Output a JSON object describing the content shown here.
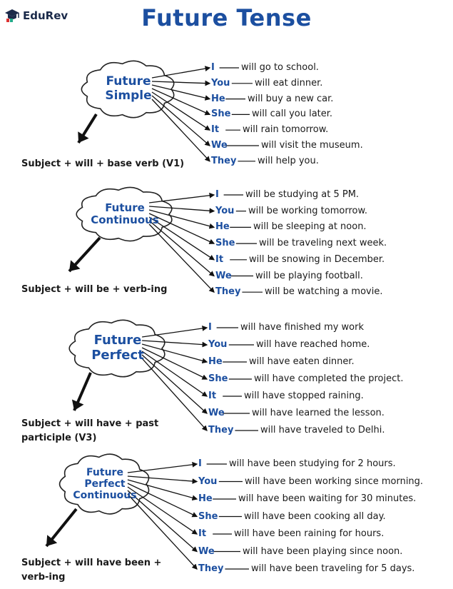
{
  "brand": "EduRev",
  "title": "Future Tense",
  "sections": [
    {
      "cloud": [
        "Future",
        "Simple"
      ],
      "formula": [
        "Subject + will + base verb (V1)"
      ],
      "rows": [
        {
          "pronoun": "I",
          "phrase": "will go to school."
        },
        {
          "pronoun": "You",
          "phrase": "will eat dinner."
        },
        {
          "pronoun": "He",
          "phrase": "will buy a new car."
        },
        {
          "pronoun": "She",
          "phrase": "will call you later."
        },
        {
          "pronoun": "It",
          "phrase": "will rain tomorrow."
        },
        {
          "pronoun": "We",
          "phrase": "will visit the museum."
        },
        {
          "pronoun": "They",
          "phrase": "will help you."
        }
      ]
    },
    {
      "cloud": [
        "Future",
        "Continuous"
      ],
      "formula": [
        "Subject + will be + verb-ing"
      ],
      "rows": [
        {
          "pronoun": "I",
          "phrase": "will be studying at 5 PM."
        },
        {
          "pronoun": "You",
          "phrase": "will be working tomorrow."
        },
        {
          "pronoun": "He",
          "phrase": "will be sleeping at noon."
        },
        {
          "pronoun": "She",
          "phrase": "will be traveling next week."
        },
        {
          "pronoun": "It",
          "phrase": "will be snowing in December."
        },
        {
          "pronoun": "We",
          "phrase": "will be playing football."
        },
        {
          "pronoun": "They",
          "phrase": "will be watching a movie."
        }
      ]
    },
    {
      "cloud": [
        "Future",
        "Perfect"
      ],
      "formula": [
        "Subject + will have + past",
        "participle (V3)"
      ],
      "rows": [
        {
          "pronoun": "I",
          "phrase": "will have finished my work"
        },
        {
          "pronoun": "You",
          "phrase": "will have reached home."
        },
        {
          "pronoun": "He",
          "phrase": "will have eaten dinner."
        },
        {
          "pronoun": "She",
          "phrase": "will have completed the project."
        },
        {
          "pronoun": "It",
          "phrase": "will have stopped raining."
        },
        {
          "pronoun": "We",
          "phrase": "will have learned the lesson."
        },
        {
          "pronoun": "They",
          "phrase": "will have traveled to Delhi."
        }
      ]
    },
    {
      "cloud": [
        "Future",
        "Perfect",
        "Continuous"
      ],
      "formula": [
        "Subject + will have been +",
        "verb-ing"
      ],
      "rows": [
        {
          "pronoun": "I",
          "phrase": "will have been studying for 2 hours."
        },
        {
          "pronoun": "You",
          "phrase": "will have been working since morning."
        },
        {
          "pronoun": "He",
          "phrase": "will have been waiting for 30 minutes."
        },
        {
          "pronoun": "She",
          "phrase": "will have been cooking all day."
        },
        {
          "pronoun": "It",
          "phrase": "will have been raining for hours."
        },
        {
          "pronoun": "We",
          "phrase": "will have been playing since noon."
        },
        {
          "pronoun": "They",
          "phrase": "will have been traveling for 5 days."
        }
      ]
    }
  ]
}
